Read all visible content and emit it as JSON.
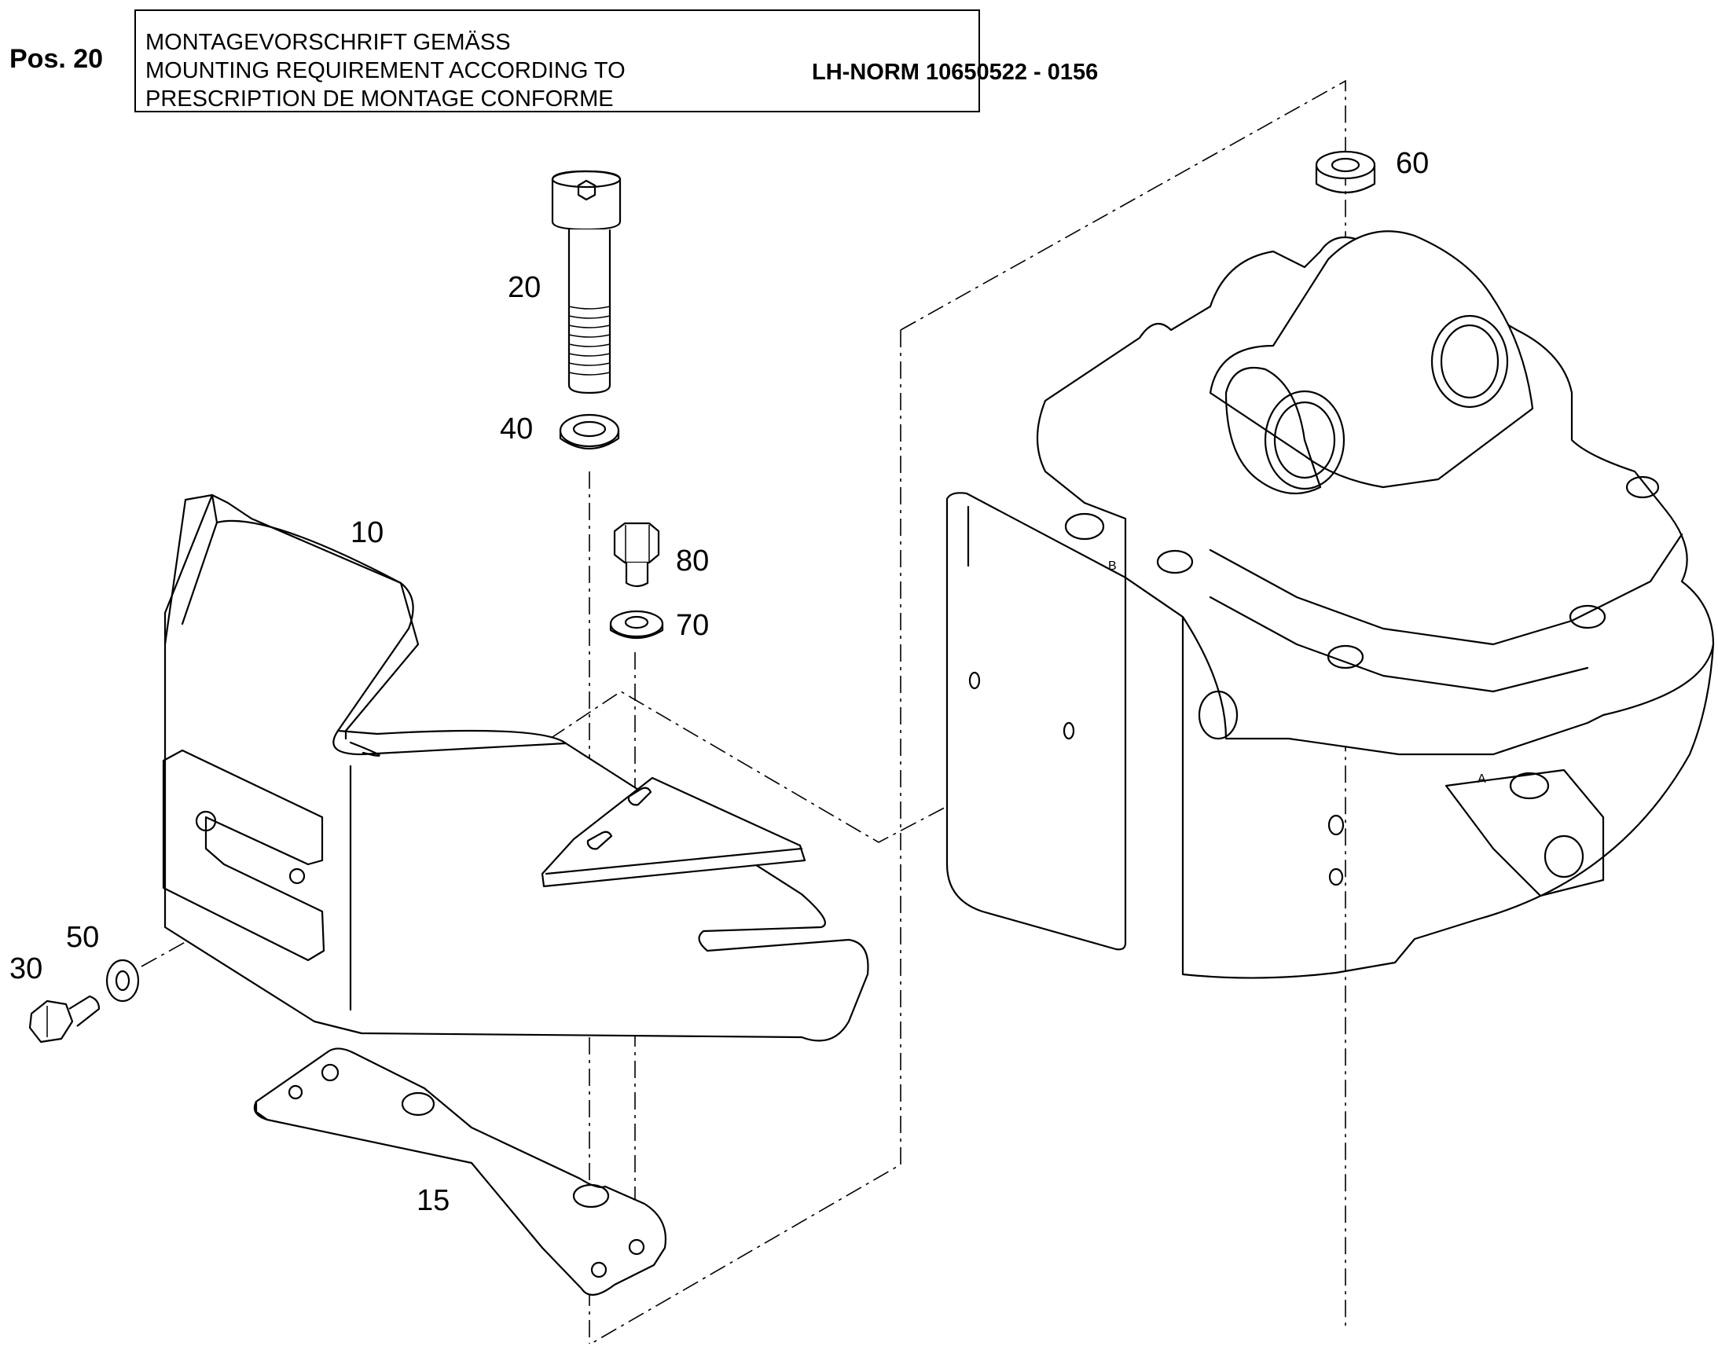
{
  "header": {
    "position_label": "Pos. 20",
    "lines": [
      "MONTAGEVORSCHRIFT GEMÄSS",
      "MOUNTING REQUIREMENT ACCORDING TO",
      "PRESCRIPTION DE MONTAGE CONFORME"
    ],
    "norm": "LH-NORM 10650522 - 0156"
  },
  "callouts": {
    "p10": "10",
    "p15": "15",
    "p20": "20",
    "p30": "30",
    "p40": "40",
    "p50": "50",
    "p60": "60",
    "p70": "70",
    "p80": "80"
  },
  "housing_marks": {
    "b": "B",
    "a": "A"
  }
}
